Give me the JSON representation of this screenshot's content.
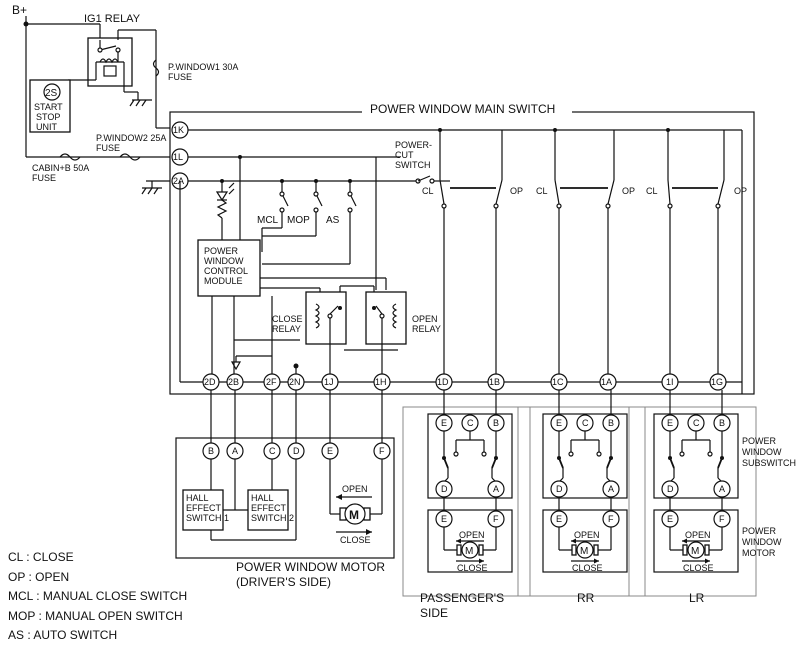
{
  "power": {
    "b_plus": "B+"
  },
  "relay_ig1": {
    "label": "IG1 RELAY"
  },
  "start_stop": {
    "code": "2S",
    "line1": "START",
    "line2": "STOP",
    "line3": "UNIT"
  },
  "fuses": {
    "pwindow1_line1": "P.WINDOW1 30A",
    "pwindow1_line2": "FUSE",
    "pwindow2_line1": "P.WINDOW2 25A",
    "pwindow2_line2": "FUSE",
    "cabin_line1": "CABIN+B 50A",
    "cabin_line2": "FUSE"
  },
  "main_switch": {
    "title": "POWER WINDOW MAIN SWITCH",
    "power_cut_line1": "POWER-",
    "power_cut_line2": "CUT",
    "power_cut_line3": "SWITCH",
    "cl": "CL",
    "op": "OP",
    "mcl": "MCL",
    "mop": "MOP",
    "as": "AS",
    "module_line1": "POWER",
    "module_line2": "WINDOW",
    "module_line3": "CONTROL",
    "module_line4": "MODULE",
    "close_relay_line1": "CLOSE",
    "close_relay_line2": "RELAY",
    "open_relay_line1": "OPEN",
    "open_relay_line2": "RELAY"
  },
  "terminals_main": [
    "1K",
    "1L",
    "2A",
    "2D",
    "2B",
    "2F",
    "2N",
    "1J",
    "1H",
    "1D",
    "1B",
    "1C",
    "1A",
    "1I",
    "1G"
  ],
  "driver_motor": {
    "terminals": [
      "B",
      "A",
      "C",
      "D",
      "E",
      "F"
    ],
    "hall1_line1": "HALL",
    "hall1_line2": "EFFECT",
    "hall1_line3": "SWITCH 1",
    "hall2_line1": "HALL",
    "hall2_line2": "EFFECT",
    "hall2_line3": "SWITCH 2",
    "motor_symbol": "M",
    "open": "OPEN",
    "close": "CLOSE",
    "title_line1": "POWER WINDOW MOTOR",
    "title_line2": "(DRIVER'S SIDE)"
  },
  "sub_units": {
    "terminals_sub": [
      "E",
      "C",
      "B",
      "D",
      "A"
    ],
    "terminals_motor": [
      "E",
      "F"
    ],
    "motor_symbol": "M",
    "open": "OPEN",
    "close": "CLOSE",
    "passenger_line1": "PASSENGER'S",
    "passenger_line2": "SIDE",
    "rr": "RR",
    "lr": "LR",
    "subswitch_line1": "POWER",
    "subswitch_line2": "WINDOW",
    "subswitch_line3": "SUBSWITCH",
    "motor_line1": "POWER",
    "motor_line2": "WINDOW",
    "motor_line3": "MOTOR"
  },
  "legend": [
    "CL : CLOSE",
    "OP : OPEN",
    "MCL : MANUAL CLOSE SWITCH",
    "MOP : MANUAL OPEN SWITCH",
    "AS : AUTO SWITCH"
  ]
}
